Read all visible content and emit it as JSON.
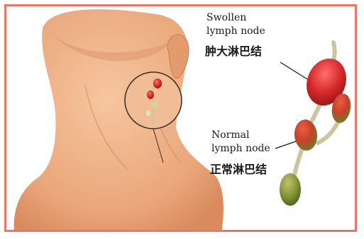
{
  "labels": {
    "swollen_en_line1": "Swollen",
    "swollen_en_line2": "lymph node",
    "swollen_zh": "肿大淋巴结",
    "normal_en_line1": "Normal",
    "normal_en_line2": "lymph node",
    "normal_zh": "正常淋巴结"
  },
  "colors": {
    "border": "#e8786a",
    "skin": "#f0b48a",
    "swollen_node": "#d62a2a",
    "normal_node": "#7a8a2a",
    "vessel": "#c9c5a0"
  },
  "icons": {
    "swollen_node": "swollen-lymph-node-icon",
    "normal_node": "normal-lymph-node-icon"
  }
}
